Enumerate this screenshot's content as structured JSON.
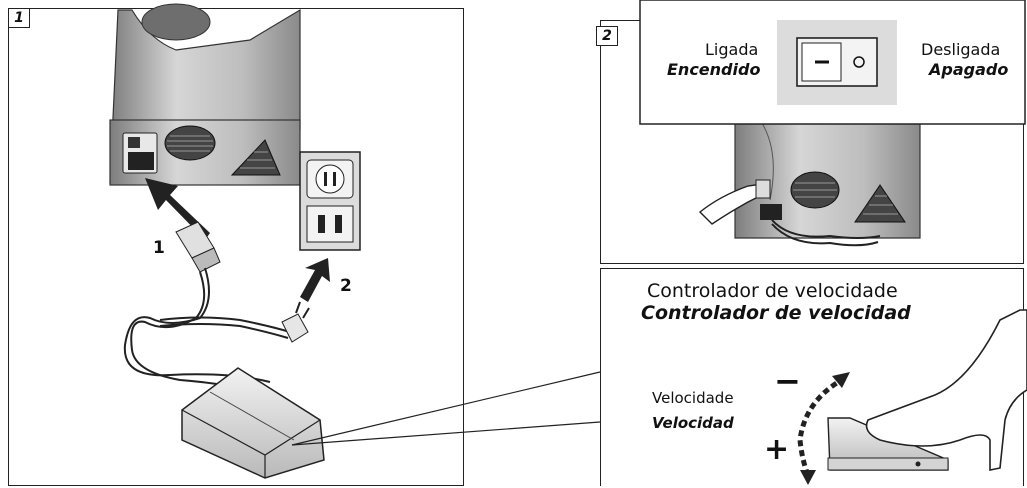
{
  "panels": {
    "panel1_number": "1",
    "panel2_number": "2"
  },
  "step_labels": {
    "step1": "1",
    "step2": "2"
  },
  "switch": {
    "on_pt": "Ligada",
    "on_es": "Encendido",
    "off_pt": "Desligada",
    "off_es": "Apagado"
  },
  "speed": {
    "title_pt": "Controlador de velocidade",
    "title_es": "Controlador de velocidad",
    "label_pt": "Velocidade",
    "label_es": "Velocidad",
    "minus": "−",
    "plus": "+"
  }
}
